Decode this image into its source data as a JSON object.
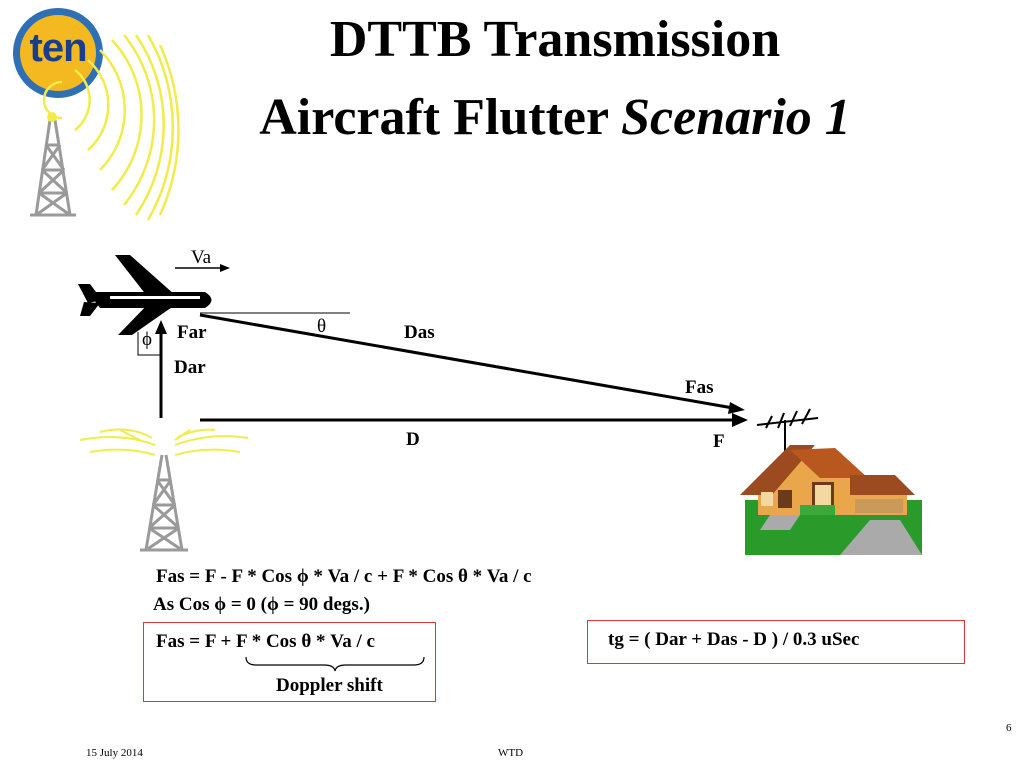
{
  "title": {
    "line1": "DTTB Transmission",
    "line2_plain": "Aircraft Flutter ",
    "line2_italic": "Scenario 1"
  },
  "logo": {
    "text": "ten",
    "colors": {
      "ring": "#2f6fb5",
      "fill": "#f4b820",
      "text": "#1a3f8a"
    }
  },
  "labels": {
    "va": "Va",
    "theta": "θ",
    "phi": "ϕ",
    "far": "Far",
    "das": "Das",
    "dar": "Dar",
    "fas": "Fas",
    "d": "D",
    "f": "F"
  },
  "formulas": {
    "line1": "Fas = F - F * Cos ϕ * Va / c + F * Cos θ * Va / c",
    "line2": "As Cos ϕ = 0    (ϕ = 90 degs.)",
    "boxed_left": "Fas = F + F * Cos θ * Va / c",
    "doppler": "Doppler shift",
    "boxed_right": "tg =   ( Dar + Das  -  D )  /  0.3  uSec"
  },
  "footer": {
    "date": "15 July 2014",
    "center": "WTD",
    "page": "6"
  },
  "colors": {
    "box_border": "#d83a3a",
    "wave": "#f2ec4a",
    "tower": "#9a9a9a",
    "grass": "#2a9a2a"
  }
}
